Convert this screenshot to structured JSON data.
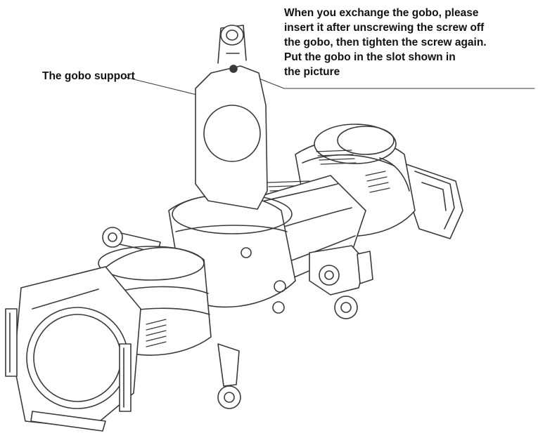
{
  "labels": {
    "gobo_support": "The gobo support",
    "instruction_lines": [
      "When you exchange the gobo, please",
      "insert it after unscrewing the screw off",
      "the gobo, then tighten the screw again.",
      "Put the gobo in the slot shown in",
      "the picture"
    ]
  },
  "colors": {
    "line": "#3a3a3a",
    "background": "#ffffff",
    "text": "#111111"
  }
}
